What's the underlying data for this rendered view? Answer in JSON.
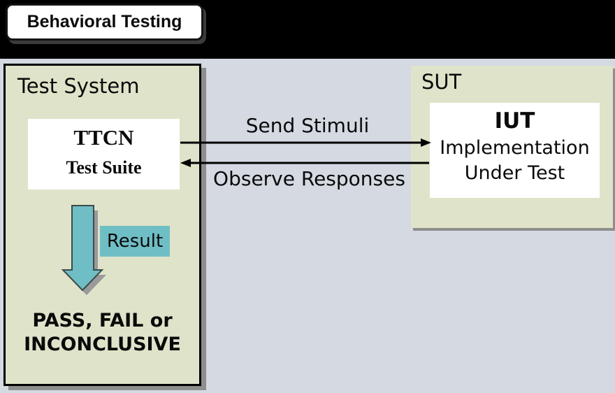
{
  "slide": {
    "title": "Behavioral Testing"
  },
  "test_system": {
    "label": "Test System",
    "ttcn": {
      "title": "TTCN",
      "subtitle": "Test Suite"
    },
    "result_label": "Result",
    "verdict_line1": "PASS, FAIL or",
    "verdict_line2": "INCONCLUSIVE"
  },
  "channel": {
    "send_label": "Send Stimuli",
    "observe_label": "Observe Responses"
  },
  "sut": {
    "label": "SUT",
    "iut": {
      "title": "IUT",
      "line2": "Implementation",
      "line3": "Under Test"
    }
  },
  "colors": {
    "background": "#d4d9e2",
    "top_band": "#000000",
    "panel_green": "#dfe3c9",
    "teal_accent": "#6fbec5",
    "shadow_gray": "#8e8e8e",
    "box_white": "#ffffff",
    "line_black": "#000000"
  }
}
